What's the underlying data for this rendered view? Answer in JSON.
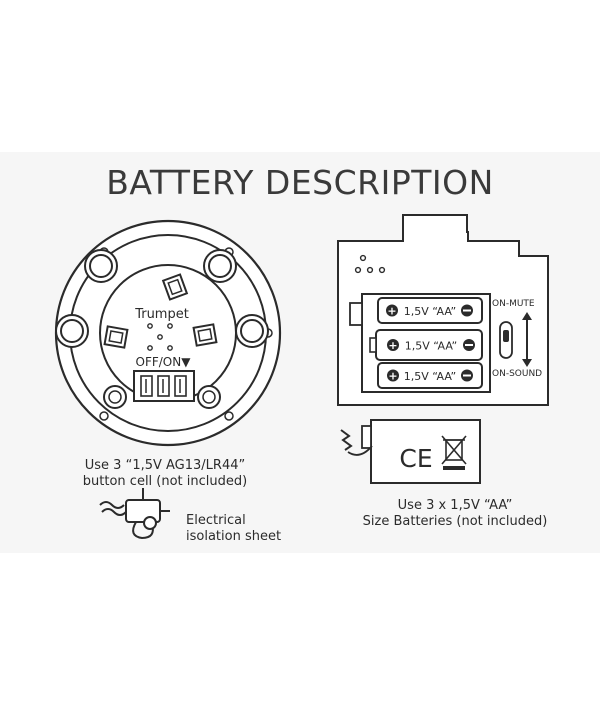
{
  "title": "BATTERY DESCRIPTION",
  "left_unit": {
    "label": "Trumpet",
    "switch_label": "OFF/ON▼",
    "caption_line1": "Use 3 “1,5V AG13/LR44”",
    "caption_line2": "button cell (not included)",
    "isolation_line1": "Electrical",
    "isolation_line2": "isolation sheet"
  },
  "right_unit": {
    "battery_labels": [
      "1,5V “AA”",
      "1,5V “AA”",
      "1,5V “AA”"
    ],
    "switch_top": "ON-MUTE",
    "switch_bottom": "ON-SOUND",
    "ce_mark": "CE",
    "caption_line1": "Use 3 x 1,5V “AA”",
    "caption_line2": "Size Batteries (not included)"
  },
  "colors": {
    "line": "#2b2b2b",
    "panel": "#f6f6f6",
    "paper": "#ffffff"
  }
}
